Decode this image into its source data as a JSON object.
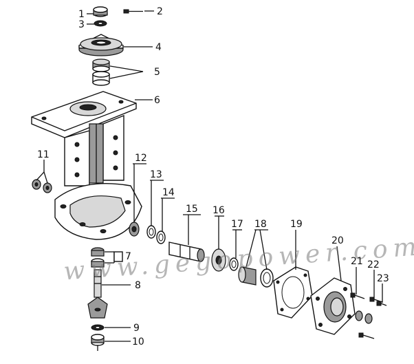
{
  "watermark": "www.gegopower.com",
  "callouts": [
    "1",
    "2",
    "3",
    "4",
    "5",
    "6",
    "7",
    "8",
    "9",
    "10",
    "11",
    "12",
    "13",
    "14",
    "15",
    "16",
    "17",
    "18",
    "19",
    "20",
    "21",
    "22",
    "23"
  ]
}
